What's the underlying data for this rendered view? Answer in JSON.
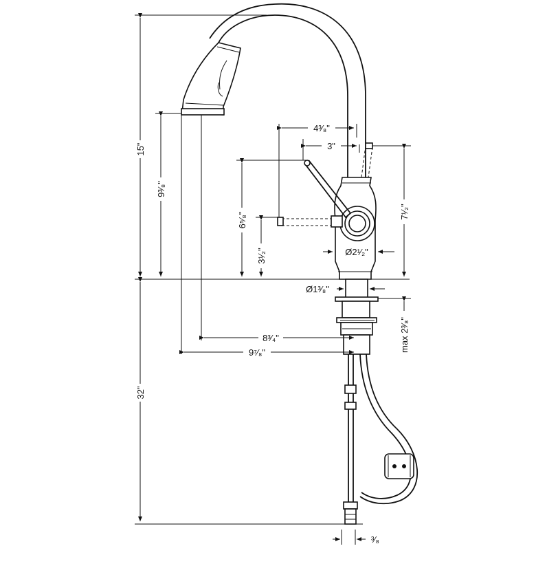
{
  "dimensions": {
    "height_above_deck": "15\"",
    "below_deck_length": "32\"",
    "spray_head_height": "9³⁄₈\"",
    "handle_height": "6⁵⁄₈\"",
    "handle_lower_height": "3¹⁄₂\"",
    "body_height": "7¹⁄₂\"",
    "handle_reach": "4³⁄₈\"",
    "handle_reach_short": "3\"",
    "body_diameter": "Ø2¹⁄₂\"",
    "shank_diameter": "Ø1³⁄₈\"",
    "max_deck_thickness": "max 2³⁄₈\"",
    "spout_reach_inner": "8³⁄₄\"",
    "spout_reach_outer": "9⁷⁄₈\"",
    "supply_connection": "³⁄₈"
  }
}
